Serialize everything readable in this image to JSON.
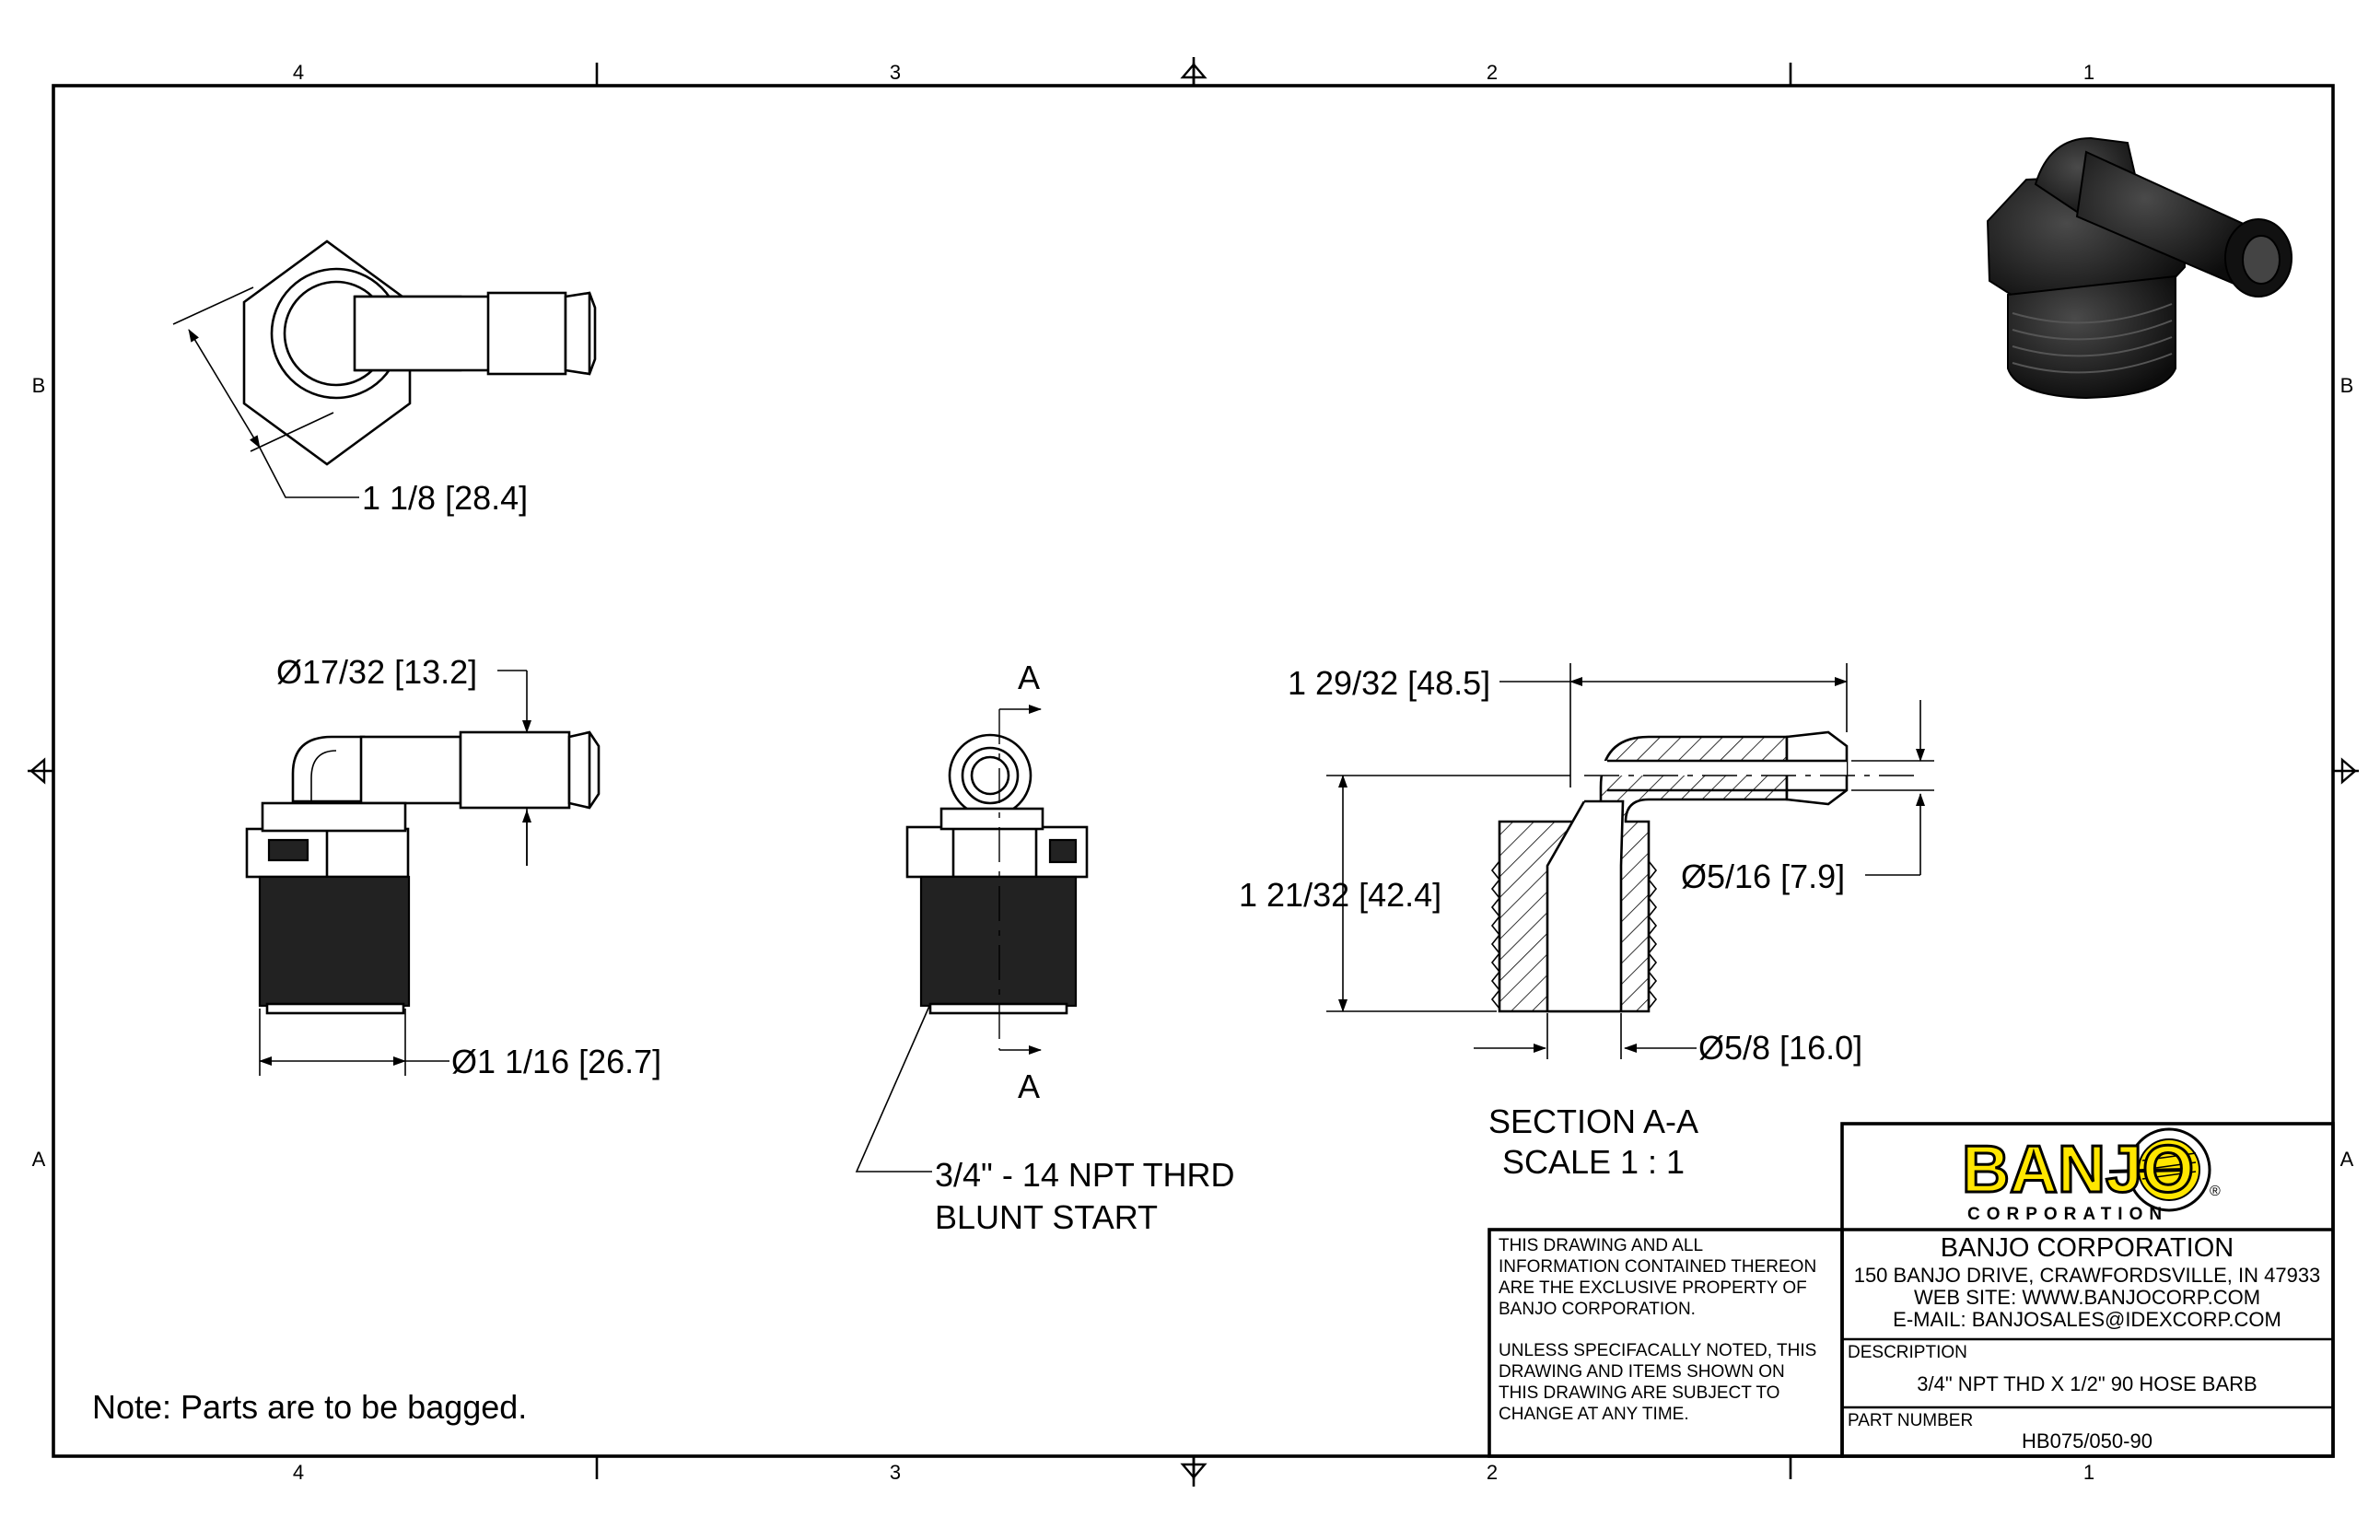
{
  "zones": {
    "columns": [
      "4",
      "3",
      "2",
      "1"
    ],
    "rows": [
      "B",
      "A"
    ]
  },
  "dimensions": {
    "hex_across_flats": "1 1/8 [28.4]",
    "barb_diameter": "Ø17/32 [13.2]",
    "thread_diameter": "Ø1 1/16 [26.7]",
    "overall_length": "1 29/32 [48.5]",
    "overall_height": "1 21/32 [42.4]",
    "bore_diameter": "Ø5/16 [7.9]",
    "inlet_diameter": "Ø5/8 [16.0]"
  },
  "callouts": {
    "section_letter_top": "A",
    "section_letter_bottom": "A",
    "thread_line1": "3/4\" - 14 NPT THRD",
    "thread_line2": "BLUNT START"
  },
  "section_view": {
    "title": "SECTION A-A",
    "scale": "SCALE 1 : 1"
  },
  "note": "Note: Parts are to be bagged.",
  "title_block": {
    "logo_text": "BANJO",
    "logo_subtext": "CORPORATION",
    "logo_mark": "®",
    "company_name": "BANJO CORPORATION",
    "address": "150 BANJO DRIVE, CRAWFORDSVILLE, IN 47933",
    "website": "WEB SITE: WWW.BANJOCORP.COM",
    "email": "E-MAIL: BANJOSALES@IDEXCORP.COM",
    "property_lines": [
      "THIS DRAWING AND ALL",
      "INFORMATION CONTAINED THEREON",
      "ARE THE EXCLUSIVE PROPERTY OF",
      "BANJO CORPORATION."
    ],
    "change_lines": [
      "UNLESS SPECIFACALLY NOTED, THIS",
      "DRAWING AND ITEMS SHOWN ON",
      "THIS DRAWING ARE SUBJECT TO",
      "CHANGE AT ANY TIME."
    ],
    "description_label": "DESCRIPTION",
    "description": "3/4\" NPT THD X 1/2\" 90 HOSE BARB",
    "part_number_label": "PART NUMBER",
    "part_number": "HB075/050-90"
  },
  "colors": {
    "ink": "#000000",
    "logo_yellow": "#FFE600",
    "part_render": "#1a1a1a"
  }
}
